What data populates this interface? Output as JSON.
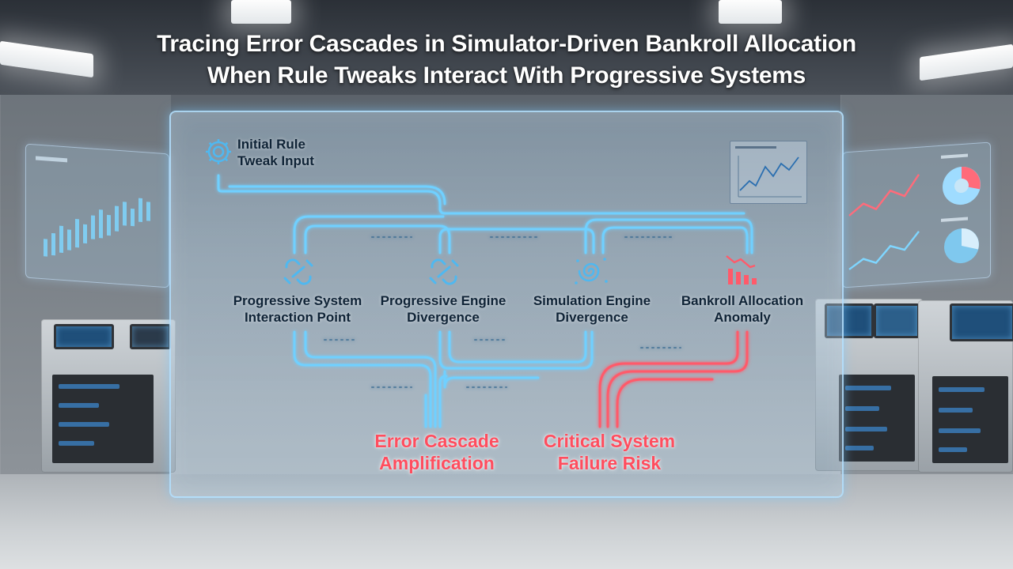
{
  "title": {
    "line1": "Tracing Error Cascades in Simulator-Driven Bankroll Allocation",
    "line2": "When Rule Tweaks Interact With Progressive Systems"
  },
  "nodes": {
    "input": {
      "line1": "Initial Rule",
      "line2": "Tweak Input",
      "icon": "gear-icon"
    },
    "progressive_system": {
      "line1": "Progressive System",
      "line2": "Interaction Point",
      "icon": "link-icon"
    },
    "progressive_engine": {
      "line1": "Progressive Engine",
      "line2": "Divergence",
      "icon": "link-icon"
    },
    "simulation_engine": {
      "line1": "Simulation Engine",
      "line2": "Divergence",
      "icon": "spiral-icon"
    },
    "bankroll": {
      "line1": "Bankroll Allocation",
      "line2": "Anomaly",
      "icon": "declining-bars-icon"
    }
  },
  "outputs": {
    "error_cascade": {
      "line1": "Error Cascade",
      "line2": "Amplification"
    },
    "critical_failure": {
      "line1": "Critical System",
      "line2": "Failure Risk"
    }
  },
  "colors": {
    "flow_blue": "#6fd0ff",
    "flow_red": "#ff5a6a",
    "label_dark": "#0f2336",
    "output_red": "#ff4d5e"
  }
}
